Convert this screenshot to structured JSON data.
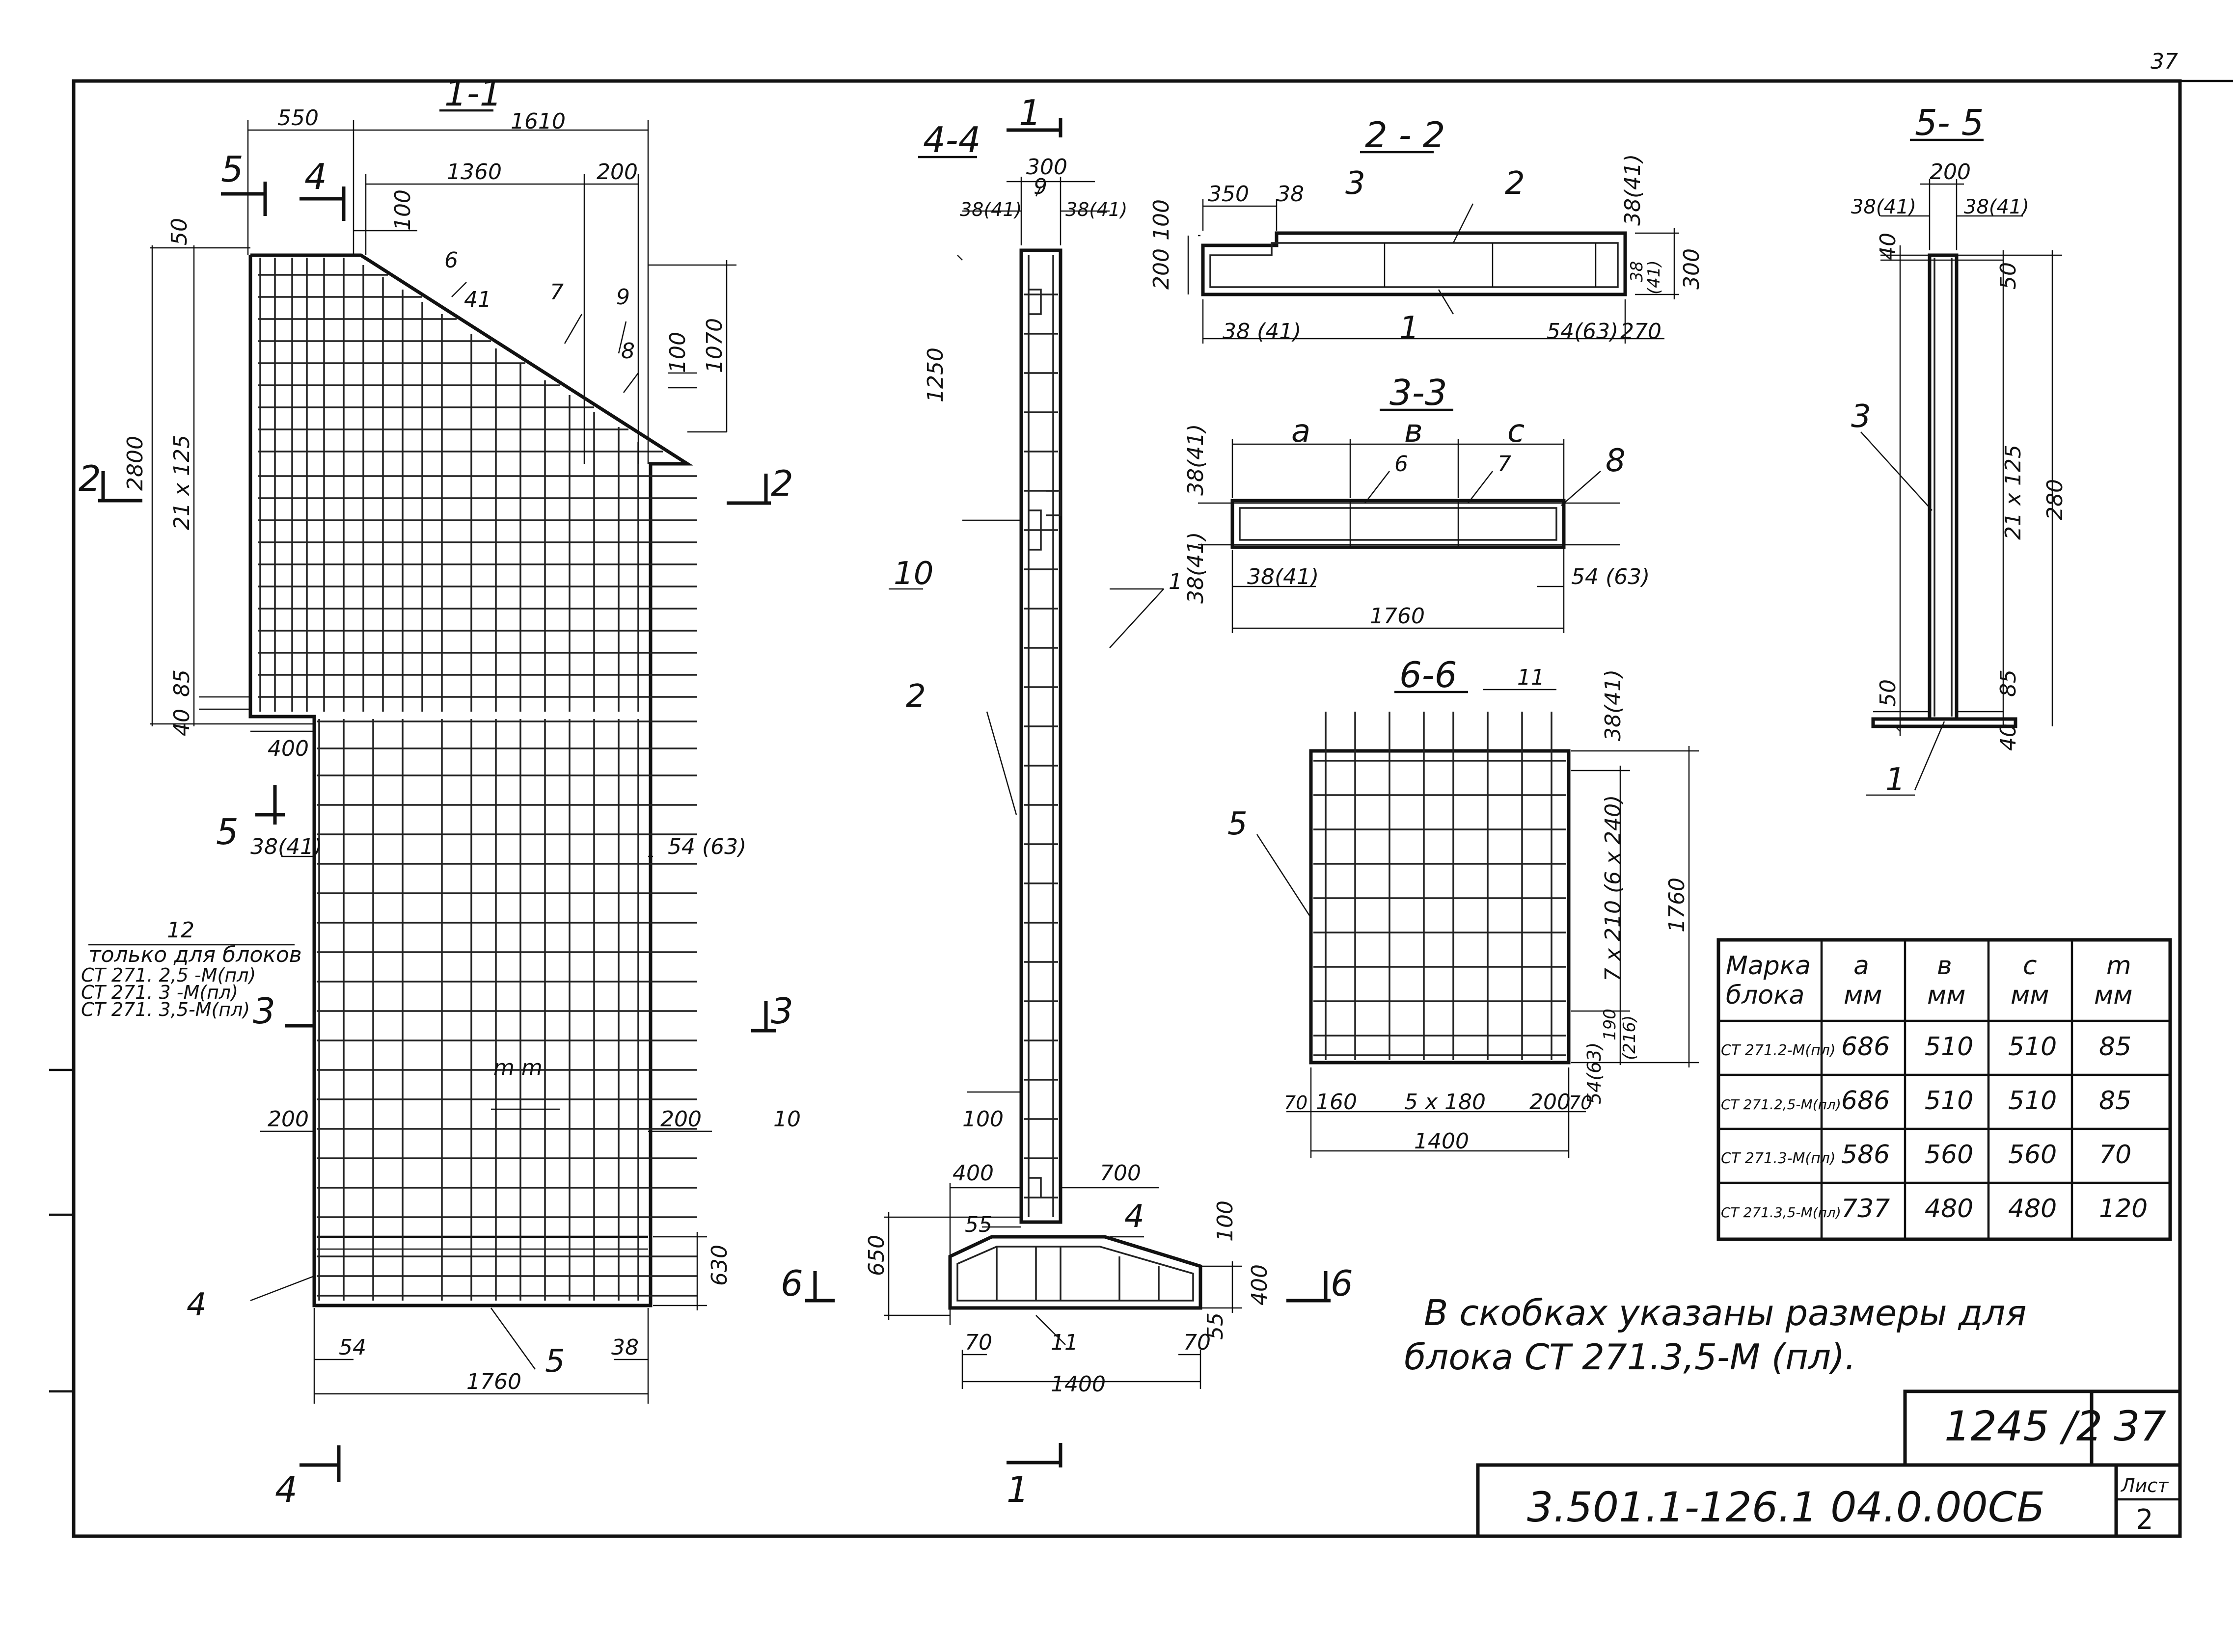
{
  "sheet": {
    "top_corner_label": "37",
    "note": "В скобках указаны размеры для блока СТ 271.3,5-М (пл).",
    "note_line1": "В скобках указаны размеры для",
    "note_line2": "блока СТ 271.3,5-М (пл).",
    "code": "3.501.1-126.1 04.0.00СБ",
    "series": "1245 /2",
    "page": "37",
    "list_label": "Лист",
    "list_no": "2"
  },
  "view_1_1": {
    "title": "1-1",
    "dims": {
      "d550": "550",
      "d1610": "1610",
      "d1360": "1360",
      "d200": "200",
      "d50": "50",
      "d100": "100",
      "d2800": "2800",
      "d21x125": "21 x 125",
      "d85": "85",
      "d40": "40",
      "d400": "400",
      "d1070": "1070",
      "d100b": "100",
      "d38_41": "38(41)",
      "d54_63": "54 (63)",
      "d200l": "200",
      "d200r": "200",
      "d630": "630",
      "d54": "54",
      "d38": "38",
      "d1760": "1760",
      "mm": "m  m"
    },
    "refs": {
      "r6": "6",
      "r41": "41",
      "r7": "7",
      "r9": "9",
      "r8": "8",
      "r10": "10",
      "r4": "4",
      "r5": "5"
    },
    "cuts": {
      "c5top": "5",
      "c4top": "4",
      "c2l": "2",
      "c2r": "2",
      "c5mid": "5",
      "c3l": "3",
      "c3r": "3",
      "c4bot": "4"
    },
    "note_num": "12",
    "note_lines": [
      "только для блоков",
      "СТ 271. 2,5 -М(пл)",
      "СТ 271.  3 -М(пл)",
      "СТ 271. 3,5-М(пл)"
    ]
  },
  "view_4_4": {
    "title": "4-4",
    "dims": {
      "d300": "300",
      "d9": "9",
      "d38a": "38(41)",
      "d38b": "38(41)",
      "d1250": "1250",
      "d100": "100",
      "d400": "400",
      "d700": "700",
      "d55": "55",
      "d650": "650",
      "d100b": "100",
      "d400b": "400",
      "d70": "70",
      "d11": "11",
      "d70r": "70",
      "d55r": "55",
      "d1400": "1400"
    },
    "refs": {
      "r10": "10",
      "r1": "1",
      "r2": "2",
      "r4": "4"
    },
    "cuts": {
      "c1top": "1",
      "c1bot": "1",
      "c6l": "6",
      "c6r": "6"
    }
  },
  "view_2_2": {
    "title": "2 - 2",
    "dims": {
      "d350": "350",
      "d38": "38",
      "d3": "3",
      "d2": "2",
      "d38_41": "38(41)",
      "d200": "200",
      "d100": "100",
      "d300": "300",
      "d38b": "38",
      "d41": "(41)",
      "d38c": "38 (41)",
      "d1": "1",
      "d54": "54(63)",
      "d270": "270"
    }
  },
  "view_3_3": {
    "title": "3-3",
    "dims": {
      "a": "a",
      "b": "в",
      "c": "c",
      "d6": "6",
      "d7": "7",
      "d8": "8",
      "d38a": "38(41)",
      "d38b": "38(41)",
      "d38c": "38(41)",
      "d54": "54 (63)",
      "d1760": "1760"
    }
  },
  "view_6_6": {
    "title": "6-6",
    "dims": {
      "d11": "11",
      "d38": "38(41)",
      "d7x210": "7 x 210 (6 x 240)",
      "d1760": "1760",
      "d190": "190",
      "d216": "(216)",
      "d54": "54(63)",
      "d70l": "70",
      "d160": "160",
      "d5x180": "5 x 180",
      "d200": "200",
      "d70r": "70",
      "d1400": "1400",
      "r5": "5"
    }
  },
  "view_5_5": {
    "title": "5- 5",
    "dims": {
      "d200": "200",
      "d38a": "38(41)",
      "d38b": "38(41)",
      "d40": "40",
      "d50": "50",
      "d21x125": "21 x 125",
      "d280": "280",
      "d50b": "50",
      "d85": "85",
      "d40b": "40"
    },
    "refs": {
      "r3": "3",
      "r1": "1"
    }
  },
  "marks_table": {
    "headers": [
      {
        "top": "Марка",
        "bottom": "блока"
      },
      {
        "top": "a",
        "bottom": "мм"
      },
      {
        "top": "в",
        "bottom": "мм"
      },
      {
        "top": "c",
        "bottom": "мм"
      },
      {
        "top": "m",
        "bottom": "мм"
      }
    ],
    "rows": [
      [
        "СТ 271.2-М(пл)",
        "686",
        "510",
        "510",
        "85"
      ],
      [
        "СТ 271.2,5-М(пл)",
        "686",
        "510",
        "510",
        "85"
      ],
      [
        "СТ 271.3-М(пл)",
        "586",
        "560",
        "560",
        "70"
      ],
      [
        "СТ 271.3,5-М(пл)",
        "737",
        "480",
        "480",
        "120"
      ]
    ]
  }
}
